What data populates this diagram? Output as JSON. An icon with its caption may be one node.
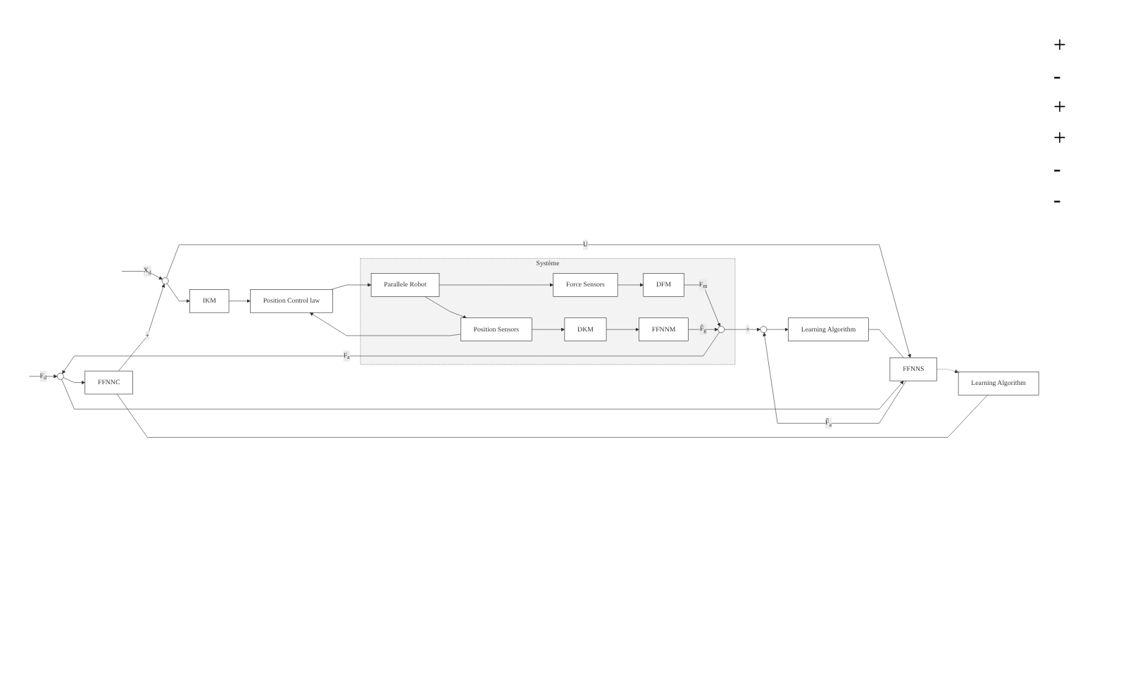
{
  "diagram": {
    "nodes": [
      {
        "text": [
          "Learning Algorithm"
        ]
      },
      {
        "text": [
          "Learning Algorithm"
        ]
      },
      {
        "text": [
          "FFNNS"
        ]
      },
      {
        "text": [
          "FFNNC"
        ]
      },
      {
        "text": [],
        "shape": "circle"
      },
      {
        "text": [
          "IKM"
        ]
      },
      {
        "text": [
          "Position Control law"
        ]
      },
      {
        "text": [
          "Système"
        ]
      },
      {
        "text": [
          "Parallele Robot"
        ],
        "in": 7
      },
      {
        "text": [
          "Force Sensors"
        ],
        "in": 7
      },
      {
        "text": [
          "DFM"
        ],
        "in": 7
      },
      {
        "text": [
          "Position Sensors"
        ],
        "in": 7
      },
      {
        "text": [
          "DKM"
        ],
        "in": 7
      },
      {
        "text": [
          "FFNNM"
        ],
        "in": 7
      },
      {
        "text": [],
        "shape": "circle",
        "in": 7
      },
      {
        "text": [],
        "shape": "circle"
      },
      {
        "text": [],
        "shape": "circle"
      }
    ],
    "edges": [
      {
        "from": null,
        "to": 4,
        "arrow": "to",
        "label": "X$_{d}$"
      },
      {
        "from": 3,
        "to": 4,
        "arrow": "to",
        "label": "+"
      },
      {
        "from": 4,
        "to": 5,
        "arrow": "to"
      },
      {
        "from": 4,
        "to": 2,
        "arrow": "to",
        "label": "U"
      },
      {
        "from": 5,
        "to": 6,
        "arrow": "to"
      },
      {
        "from": 6,
        "to": 8,
        "arrow": "to"
      },
      {
        "from": 8,
        "to": 9,
        "arrow": "to"
      },
      {
        "from": 8,
        "to": 11,
        "arrow": "to"
      },
      {
        "from": 9,
        "to": 10,
        "arrow": "to"
      },
      {
        "from": 10,
        "to": 14,
        "arrow": "to",
        "label": "F$_{m}$"
      },
      {
        "from": 11,
        "to": 12,
        "arrow": "to"
      },
      {
        "from": 11,
        "to": 6,
        "arrow": "to"
      },
      {
        "from": 12,
        "to": 13,
        "arrow": "to"
      },
      {
        "from": 13,
        "to": 14,
        "arrow": "to",
        "label": "F̂$_{g}$"
      },
      {
        "from": 14,
        "to": 15,
        "arrow": "to",
        "label": "F$_{a}$"
      },
      {
        "from": null,
        "to": 15,
        "arrow": "to",
        "label": "F$_{d}$"
      },
      {
        "from": 14,
        "to": 16,
        "arrow": "to",
        "label": "+"
      },
      {
        "from": 2,
        "to": 16,
        "arrow": "to",
        "label": "F̂$_{a}$"
      },
      {
        "from": 16,
        "to": 0,
        "arrow": "to"
      },
      {
        "from": 0,
        "to": 2,
        "arrow": "none"
      },
      {
        "from": 15,
        "to": 3,
        "arrow": "to"
      },
      {
        "from": 15,
        "to": 2,
        "arrow": "to"
      },
      {
        "from": 2,
        "to": 1,
        "arrow": "to",
        "style": "dashed"
      },
      {
        "from": 1,
        "to": 3,
        "arrow": "none"
      }
    ],
    "labels": [
      "+",
      "-",
      "+",
      "+",
      "-",
      "-"
    ]
  }
}
